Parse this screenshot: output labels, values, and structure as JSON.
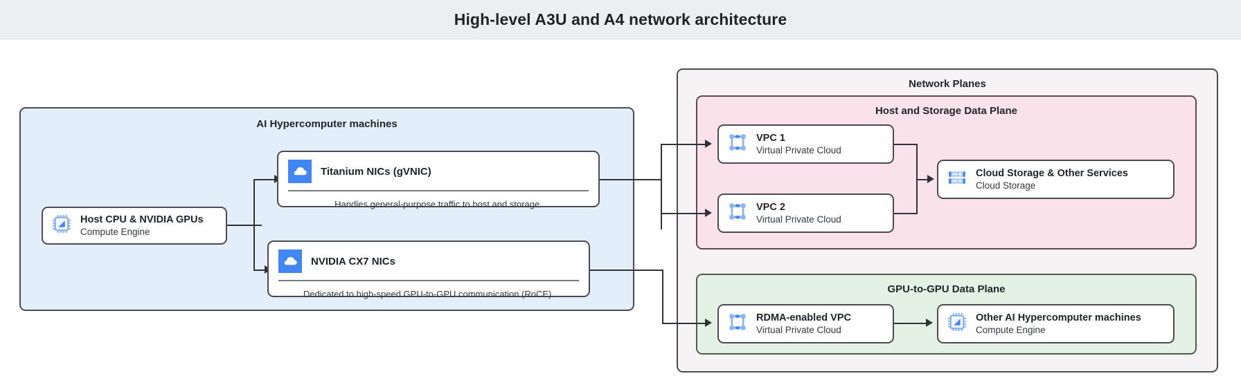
{
  "header": {
    "title": "High-level A3U and A4 network architecture"
  },
  "groups": {
    "machines": {
      "title": "AI Hypercomputer machines"
    },
    "planes": {
      "title": "Network Planes"
    },
    "host_storage": {
      "title": "Host and Storage Data Plane"
    },
    "gpu_plane": {
      "title": "GPU-to-GPU Data Plane"
    }
  },
  "nodes": {
    "host_cpu": {
      "title": "Host CPU & NVIDIA GPUs",
      "subtitle": "Compute Engine",
      "icon": "cpu-chip-icon"
    },
    "titanium": {
      "title": "Titanium NICs (gVNIC)",
      "description": "Handles general-purpose traffic to host and storage.",
      "icon": "cloud-square-icon"
    },
    "cx7": {
      "title": "NVIDIA CX7 NICs",
      "description": "Dedicated to high-speed GPU-to-GPU communication (RoCE).",
      "icon": "cloud-square-icon"
    },
    "vpc1": {
      "title": "VPC 1",
      "subtitle": "Virtual Private Cloud",
      "icon": "vpc-icon"
    },
    "vpc2": {
      "title": "VPC 2",
      "subtitle": "Virtual Private Cloud",
      "icon": "vpc-icon"
    },
    "cloud_storage": {
      "title": "Cloud Storage & Other Services",
      "subtitle": "Cloud Storage",
      "icon": "storage-icon"
    },
    "rdma_vpc": {
      "title": "RDMA-enabled VPC",
      "subtitle": "Virtual Private Cloud",
      "icon": "vpc-icon"
    },
    "other_machines": {
      "title": "Other AI Hypercomputer machines",
      "subtitle": "Compute Engine",
      "icon": "cpu-chip-icon"
    }
  },
  "colors": {
    "header_band": "#eceff1",
    "machines_fill": "#e2effb",
    "planes_fill": "#f5f3f4",
    "host_storage_fill": "#fae2ea",
    "gpu_plane_fill": "#e3f2e5",
    "icon_blue": "#4285f4",
    "icon_blue_light": "#8ab4f8",
    "border": "#4b4b4f",
    "connector": "#2f3236"
  }
}
